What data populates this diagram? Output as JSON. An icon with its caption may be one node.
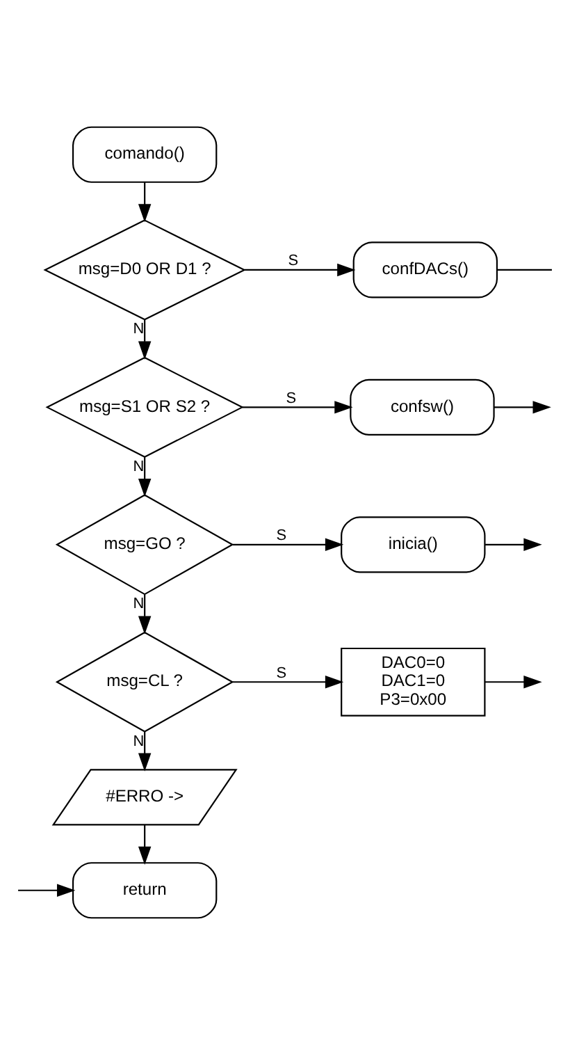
{
  "diagram": {
    "nodes": [
      {
        "text": [
          "comando()"
        ]
      },
      {
        "text": [
          "msg=D0 OR D1 ?"
        ]
      },
      {
        "text": [
          "confDACs()"
        ]
      },
      {
        "text": [
          "msg=S1 OR S2 ?"
        ]
      },
      {
        "text": [
          "confsw()"
        ]
      },
      {
        "text": [
          "msg=GO ?"
        ]
      },
      {
        "text": [
          "inicia()"
        ]
      },
      {
        "text": [
          "msg=CL ?"
        ]
      },
      {
        "text": [
          "DAC0=0",
          "DAC1=0",
          "P3=0x00"
        ]
      },
      {
        "text": [
          "#ERRO ->"
        ]
      },
      {
        "text": [
          "return"
        ]
      }
    ],
    "edges": [
      {
        "from": 0,
        "to": 1,
        "arrow": "to"
      },
      {
        "from": 1,
        "to": 2,
        "arrow": "to",
        "label": "S"
      },
      {
        "from": 1,
        "to": 3,
        "arrow": "to",
        "label": "N"
      },
      {
        "from": 3,
        "to": 4,
        "arrow": "to",
        "label": "S"
      },
      {
        "from": 3,
        "to": 5,
        "arrow": "to",
        "label": "N"
      },
      {
        "from": 5,
        "to": 6,
        "arrow": "to",
        "label": "S"
      },
      {
        "from": 5,
        "to": 7,
        "arrow": "to",
        "label": "N"
      },
      {
        "from": 7,
        "to": 8,
        "arrow": "to",
        "label": "S"
      },
      {
        "from": 7,
        "to": 9,
        "arrow": "to",
        "label": "N"
      },
      {
        "from": 9,
        "to": 10,
        "arrow": "to"
      },
      {
        "from": 2,
        "to": null,
        "arrow": "none"
      },
      {
        "from": 4,
        "to": null,
        "arrow": "to"
      },
      {
        "from": 6,
        "to": null,
        "arrow": "to"
      },
      {
        "from": 8,
        "to": null,
        "arrow": "to"
      },
      {
        "from": null,
        "to": 10,
        "arrow": "to"
      }
    ]
  }
}
